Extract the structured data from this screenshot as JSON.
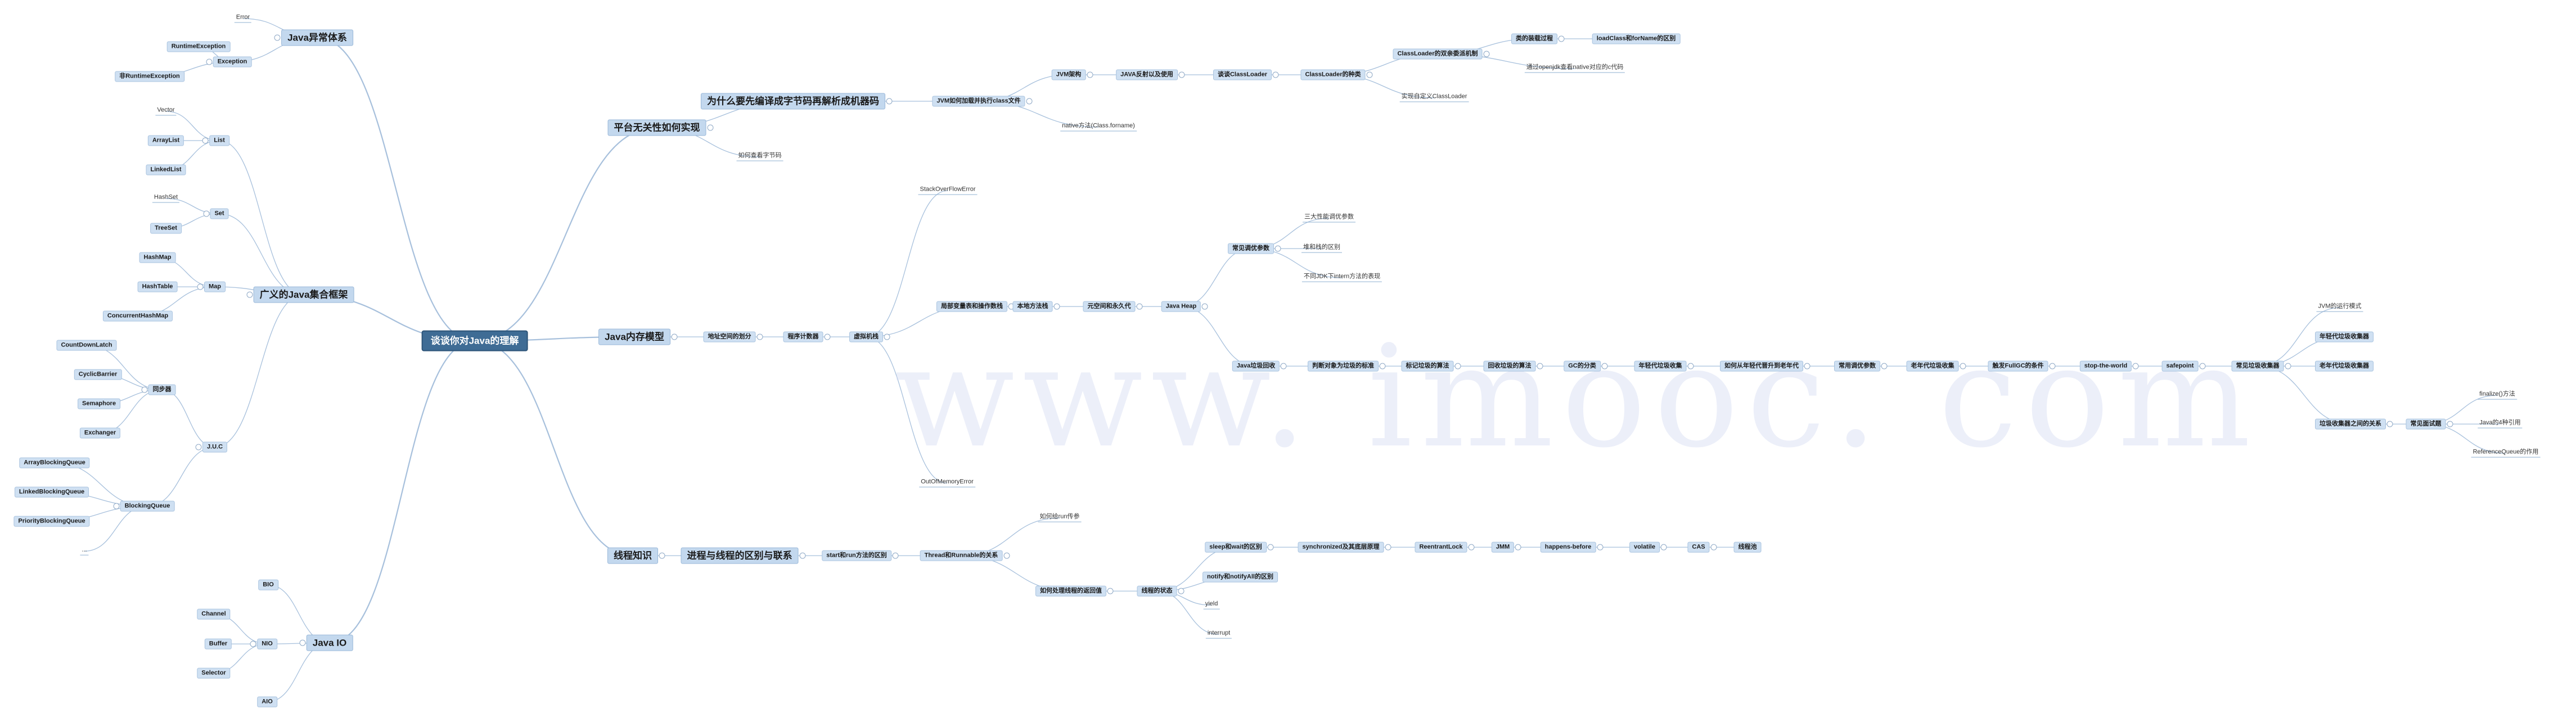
{
  "watermark": "www. imooc. com",
  "center": "谈谈你对Java的理解",
  "colors": {
    "link": "#a7c0dc",
    "node_bg": "#cfe0f2",
    "center_bg": "#3f6c95",
    "watermark": "#d7dcf3"
  },
  "labels": {
    "exc": "Java异常体系",
    "error": "Error",
    "exception": "Exception",
    "runtime": "RuntimeException",
    "nonruntime": "非RuntimeException",
    "coll": "广义的Java集合框架",
    "list": "List",
    "vector": "Vector",
    "arraylist": "ArrayList",
    "linkedlist": "LinkedList",
    "set": "Set",
    "hashset": "HashSet",
    "treeset": "TreeSet",
    "map": "Map",
    "hashmap": "HashMap",
    "hashtable": "HashTable",
    "chm": "ConcurrentHashMap",
    "juc": "J.U.C",
    "sync": "同步器",
    "cdl": "CountDownLatch",
    "cb": "CyclicBarrier",
    "sem": "Semaphore",
    "exch": "Exchanger",
    "bq": "BlockingQueue",
    "abq": "ArrayBlockingQueue",
    "lbq": "LinkedBlockingQueue",
    "pbq": "PriorityBlockingQueue",
    "dots": "...",
    "io": "Java IO",
    "bio": "BIO",
    "nio": "NIO",
    "aio": "AIO",
    "channel": "Channel",
    "buffer": "Buffer",
    "selector": "Selector",
    "plat": "平台无关性如何实现",
    "why": "为什么要先编译成字节码再解析成机器码",
    "howjvm": "JVM如何加载并执行class文件",
    "bytecode": "如何查看字节码",
    "jvmarch": "JVM架构",
    "reflect": "JAVA反射以及使用",
    "cl": "谈谈ClassLoader",
    "clkind": "ClassLoader的种类",
    "parent": "ClassLoader的双亲委派机制",
    "loadproc": "类的装载过程",
    "loadcls": "loadClass和forName的区别",
    "openjdk": "通过openjdk查看native对应的c代码",
    "customcl": "实现自定义ClassLoader",
    "native": "native方法(Class.forname)",
    "mem": "Java内存模型",
    "addr": "地址空间的划分",
    "prog": "程序计数器",
    "vmstack": "虚拟机栈",
    "soe": "StackOverFlowError",
    "oom": "OutOfMemoryError",
    "local": "局部变量表和操作数栈",
    "native2": "本地方法栈",
    "meta": "元空间和永久代",
    "heap": "Java Heap",
    "tune": "常见调优参数",
    "three": "三大性能调优参数",
    "heapstack": "堆和栈的区别",
    "intern": "不同JDK下intern方法的表现",
    "gc": "Java垃圾回收",
    "judge": "判断对象为垃圾的标准",
    "marker": "标记垃圾的算法",
    "collect": "回收垃圾的算法",
    "gcclass": "GC的分类",
    "young": "年轻代垃圾收集",
    "promote": "如何从年轻代晋升到老年代",
    "commonparam": "常用调优参数",
    "old": "老年代垃圾收集",
    "fullgc": "触发FullGC的条件",
    "stw": "stop-the-world",
    "safepoint": "safepoint",
    "collectors": "常见垃圾收集器",
    "jvmmode": "JVM的运行模式",
    "younggc": "年轻代垃圾收集器",
    "oldgc": "老年代垃圾收集器",
    "relation": "垃圾收集器之间的关系",
    "faq": "常见面试题",
    "finalize": "finalize()方法",
    "refs": "Java的4种引用",
    "refqueue": "ReferenceQueue的作用",
    "thread": "线程知识",
    "procthread": "进程与线程的区别与联系",
    "startrun": "start和run方法的区别",
    "threadrunnable": "Thread和Runnable的关系",
    "retval": "如何给run传参",
    "state": "如何处理线程的返回值",
    "threadstate": "线程的状态",
    "sleepwait": "sleep和wait的区别",
    "notify": "notify和notifyAll的区别",
    "yield": "yield",
    "interrupt": "interrupt",
    "synch": "synchronized及其底层原理",
    "reentrant": "ReentrantLock",
    "jmm": "JMM",
    "hb": "happens-before",
    "volatile": "volatile",
    "cas": "CAS",
    "pool": "线程池"
  }
}
